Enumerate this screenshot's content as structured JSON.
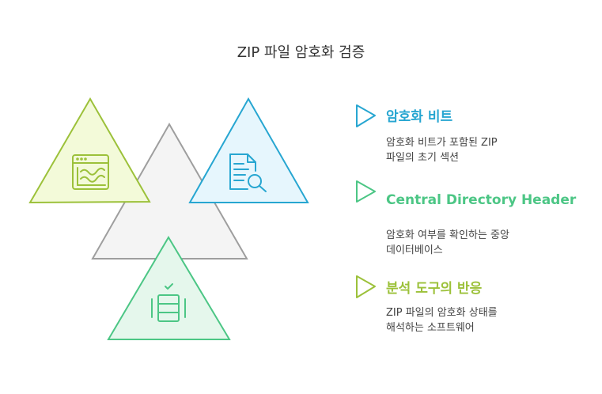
{
  "title": "ZIP 파일 암호화 검증",
  "colors": {
    "lime": "#9cc13a",
    "lime_fill": "#f3fad9",
    "blue": "#27a6d1",
    "blue_fill": "#e6f6fd",
    "green": "#4cc685",
    "green_fill": "#e5f7ec",
    "gray": "#9e9e9e",
    "gray_fill": "#f4f4f4"
  },
  "items": [
    {
      "title": "암호화 비트",
      "desc_lines": [
        "암호화 비트가 포함된 ZIP",
        "파일의 초기 섹션"
      ],
      "color": "#27a6d1",
      "icon": "document-search-icon"
    },
    {
      "title": "Central Directory Header",
      "desc_lines": [
        "암호화 여부를 확인하는 중앙",
        "데이터베이스"
      ],
      "color": "#4cc685",
      "icon": "database-check-icon"
    },
    {
      "title": "분석 도구의 반응",
      "desc_lines": [
        "ZIP 파일의 암호화 상태를",
        "해석하는 소프트웨어"
      ],
      "color": "#9cc13a",
      "icon": "browser-chart-icon"
    }
  ]
}
